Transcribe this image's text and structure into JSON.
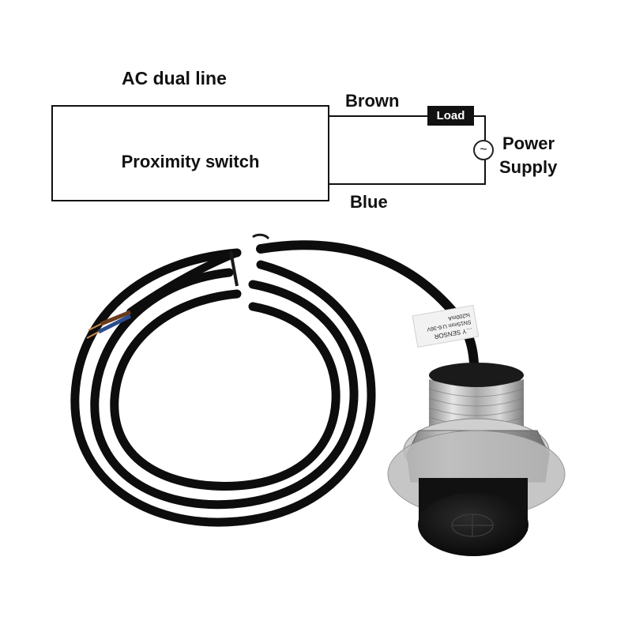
{
  "diagram": {
    "title": "AC dual line",
    "switch_label": "Proximity switch",
    "brown_label": "Brown",
    "blue_label": "Blue",
    "load_label": "Load",
    "power_label_line1": "Power",
    "power_label_line2": "Supply",
    "ac_symbol": "~",
    "wire_color": "#111111"
  },
  "product": {
    "sensor_label_lines": [
      "…Y SENSOR",
      "SN15mm",
      "U:6-36V",
      "I≤200mA"
    ],
    "cable_color": "#0d0d0d",
    "housing_color": "#b9b9b9",
    "face_color": "#141414"
  }
}
